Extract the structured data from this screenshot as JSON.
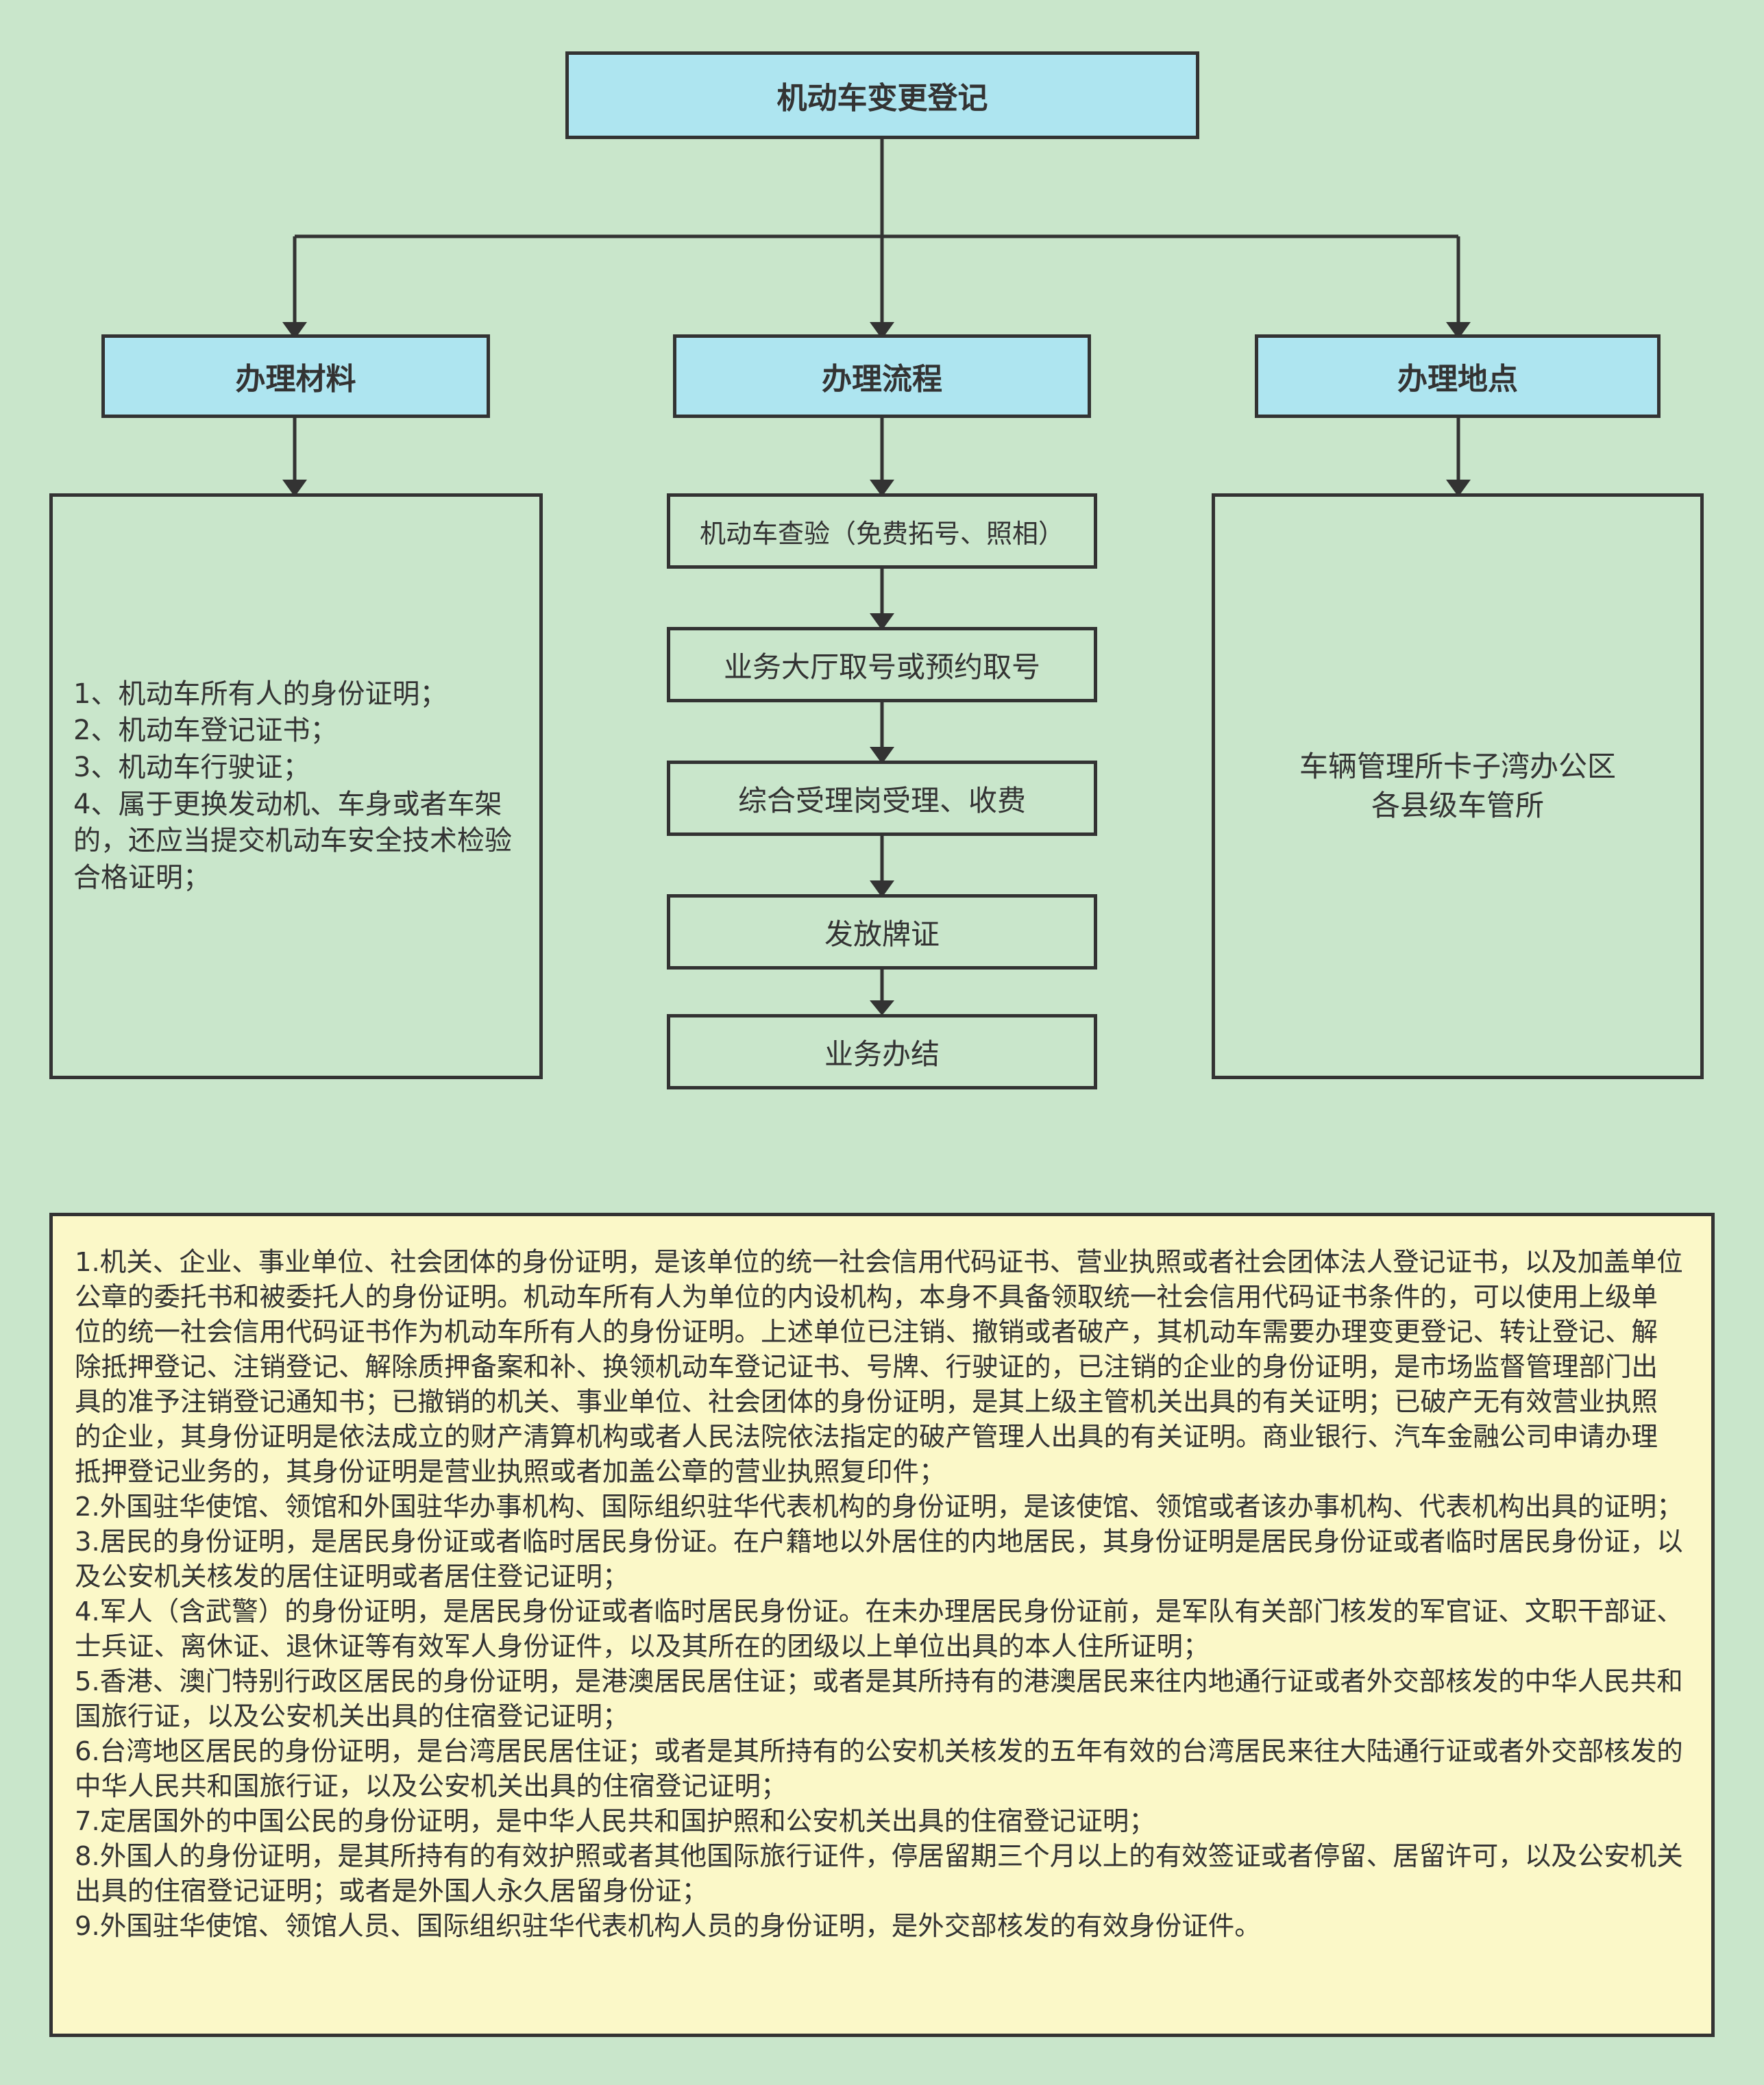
{
  "diagram": {
    "root": "机动车变更登记",
    "branches": {
      "materials": {
        "title": "办理材料",
        "lines": [
          "1、机动车所有人的身份证明；",
          "2、机动车登记证书；",
          "3、机动车行驶证；",
          "4、属于更换发动机、车身或者车架的，还应当提交机动车安全技术检验合格证明；"
        ]
      },
      "process": {
        "title": "办理流程",
        "steps": [
          "机动车查验（免费拓号、照相）",
          "业务大厅取号或预约取号",
          "综合受理岗受理、收费",
          "发放牌证",
          "业务办结"
        ]
      },
      "location": {
        "title": "办理地点",
        "lines": [
          "车辆管理所卡子湾办公区",
          "各县级车管所"
        ]
      }
    }
  },
  "notes": [
    "1.机关、企业、事业单位、社会团体的身份证明，是该单位的统一社会信用代码证书、营业执照或者社会团体法人登记证书，以及加盖单位公章的委托书和被委托人的身份证明。机动车所有人为单位的内设机构，本身不具备领取统一社会信用代码证书条件的，可以使用上级单位的统一社会信用代码证书作为机动车所有人的身份证明。上述单位已注销、撤销或者破产，其机动车需要办理变更登记、转让登记、解除抵押登记、注销登记、解除质押备案和补、换领机动车登记证书、号牌、行驶证的，已注销的企业的身份证明，是市场监督管理部门出具的准予注销登记通知书；已撤销的机关、事业单位、社会团体的身份证明，是其上级主管机关出具的有关证明；已破产无有效营业执照的企业，其身份证明是依法成立的财产清算机构或者人民法院依法指定的破产管理人出具的有关证明。商业银行、汽车金融公司申请办理抵押登记业务的，其身份证明是营业执照或者加盖公章的营业执照复印件；",
    "2.外国驻华使馆、领馆和外国驻华办事机构、国际组织驻华代表机构的身份证明，是该使馆、领馆或者该办事机构、代表机构出具的证明；",
    "3.居民的身份证明，是居民身份证或者临时居民身份证。在户籍地以外居住的内地居民，其身份证明是居民身份证或者临时居民身份证，以及公安机关核发的居住证明或者居住登记证明；",
    "4.军人（含武警）的身份证明，是居民身份证或者临时居民身份证。在未办理居民身份证前，是军队有关部门核发的军官证、文职干部证、士兵证、离休证、退休证等有效军人身份证件，以及其所在的团级以上单位出具的本人住所证明；",
    "5.香港、澳门特别行政区居民的身份证明，是港澳居民居住证；或者是其所持有的港澳居民来往内地通行证或者外交部核发的中华人民共和国旅行证，以及公安机关出具的住宿登记证明；",
    "6.台湾地区居民的身份证明，是台湾居民居住证；或者是其所持有的公安机关核发的五年有效的台湾居民来往大陆通行证或者外交部核发的中华人民共和国旅行证，以及公安机关出具的住宿登记证明；",
    "7.定居国外的中国公民的身份证明，是中华人民共和国护照和公安机关出具的住宿登记证明；",
    "8.外国人的身份证明，是其所持有的有效护照或者其他国际旅行证件，停居留期三个月以上的有效签证或者停留、居留许可，以及公安机关出具的住宿登记证明；或者是外国人永久居留身份证；",
    "9.外国驻华使馆、领馆人员、国际组织驻华代表机构人员的身份证明，是外交部核发的有效身份证件。"
  ],
  "colors": {
    "background": "#c9e6cb",
    "header_fill": "#aee5f0",
    "notes_fill": "#fbf8c8",
    "stroke": "#333333"
  }
}
